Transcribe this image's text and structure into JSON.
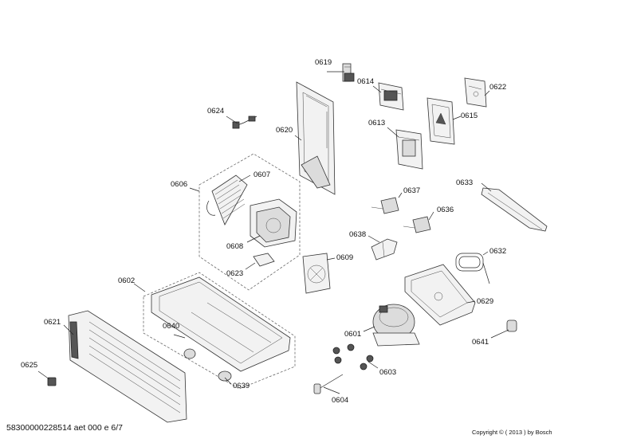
{
  "labels": {
    "p0619": "0619",
    "p0614": "0614",
    "p0622": "0622",
    "p0624": "0624",
    "p0620": "0620",
    "p0613": "0613",
    "p0615": "0615",
    "p0607": "0607",
    "p0606": "0606",
    "p0633": "0633",
    "p0637": "0637",
    "p0636": "0636",
    "p0608": "0608",
    "p0638": "0638",
    "p0609": "0609",
    "p0632": "0632",
    "p0623": "0623",
    "p0602": "0602",
    "p0629": "0629",
    "p0621": "0621",
    "p0640": "0640",
    "p0601": "0601",
    "p0641": "0641",
    "p0625": "0625",
    "p0603": "0603",
    "p0639": "0639",
    "p0604": "0604"
  },
  "footer": {
    "document_id": "58300000228514 aet 000 e 6/7",
    "copyright": "Copyright © ( 2013 ) by Bosch"
  }
}
